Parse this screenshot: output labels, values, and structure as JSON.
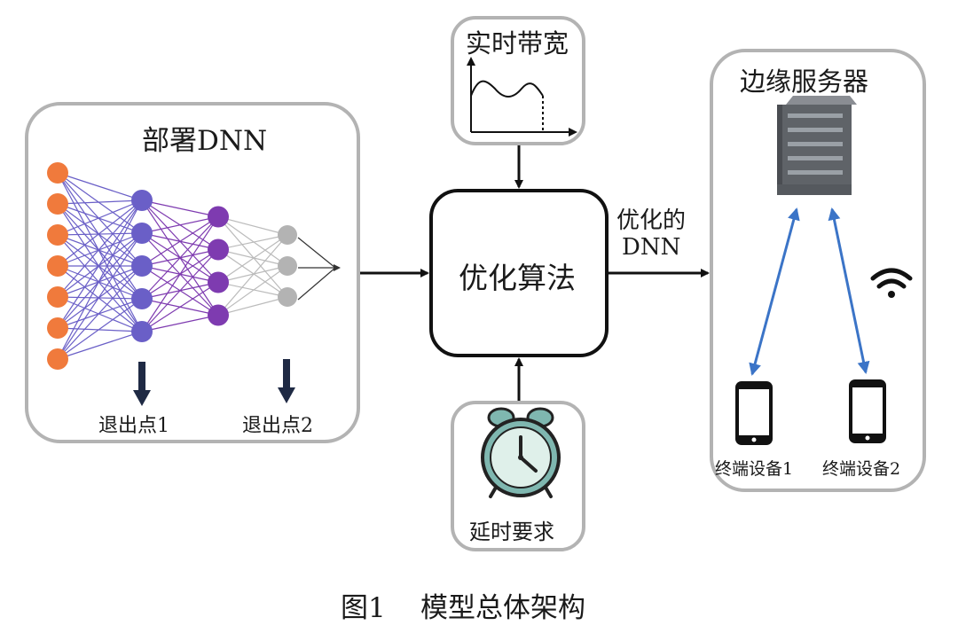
{
  "dnn_panel": {
    "title": "部署DNN",
    "exit1": "退出点1",
    "exit2": "退出点2"
  },
  "bandwidth_panel": {
    "title": "实时带宽"
  },
  "optimizer": {
    "label": "优化算法"
  },
  "output_edge": {
    "line1": "优化的",
    "line2": "DNN"
  },
  "latency_panel": {
    "label": "延时要求"
  },
  "edge_panel": {
    "title": "边缘服务器",
    "device1": "终端设备1",
    "device2": "终端设备2"
  },
  "caption": {
    "figure_no": "图1",
    "title": "模型总体架构"
  },
  "network": {
    "layer_sizes": [
      7,
      5,
      4,
      3
    ],
    "layer_colors": [
      "#f07a3c",
      "#6a5fc7",
      "#7e3bb0",
      "#b3b3b3"
    ],
    "edge_colors": [
      "#6a5fc7",
      "#7e3bb0",
      "#bbbbbb"
    ]
  },
  "colors": {
    "arrow": "#111111",
    "link": "#3b74c7",
    "clock_face": "#dff0ea",
    "clock_rim": "#7fb7b0"
  }
}
